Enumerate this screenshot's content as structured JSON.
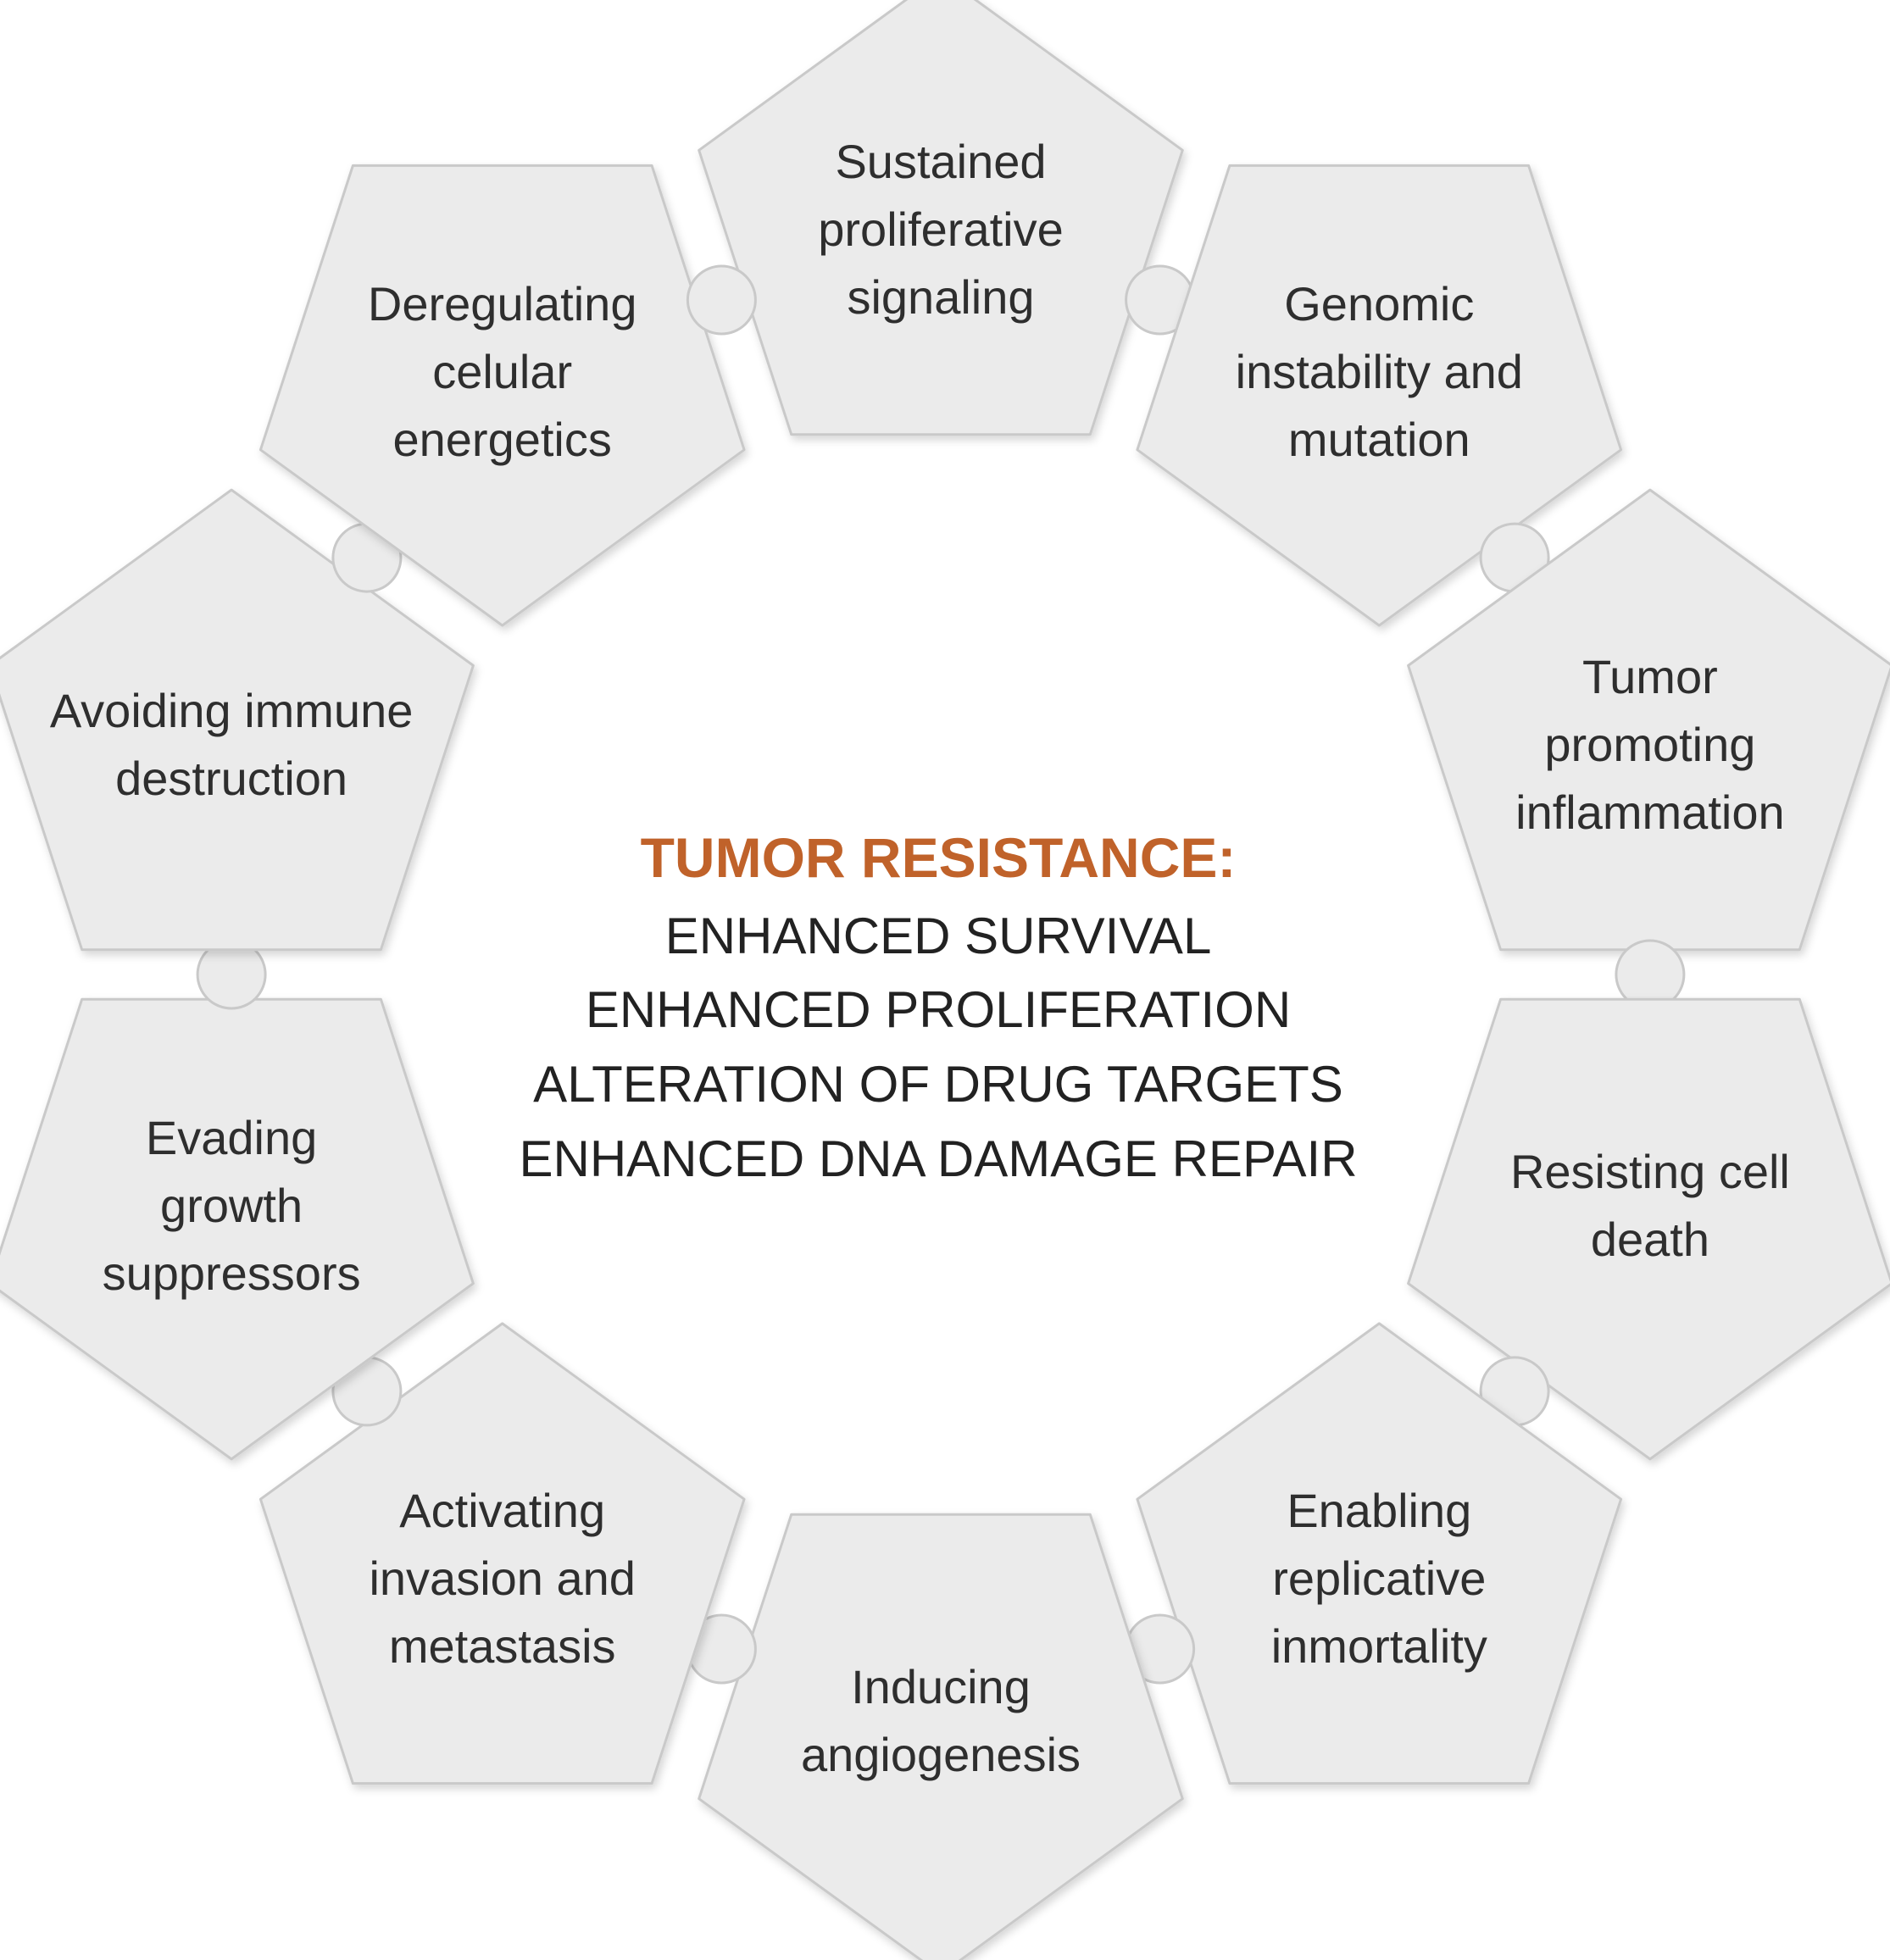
{
  "center": {
    "title": "TUMOR RESISTANCE:",
    "lines": [
      "ENHANCED SURVIVAL",
      "ENHANCED PROLIFERATION",
      "ALTERATION OF DRUG TARGETS",
      "ENHANCED DNA DAMAGE REPAIR"
    ]
  },
  "hallmarks": [
    {
      "id": "sustained-proliferative-signaling",
      "lines": [
        "Sustained",
        "proliferative",
        "signaling"
      ]
    },
    {
      "id": "genomic-instability",
      "lines": [
        "Genomic",
        "instability and",
        "mutation"
      ]
    },
    {
      "id": "tumor-promoting-inflammation",
      "lines": [
        "Tumor",
        "promoting",
        "inflammation"
      ]
    },
    {
      "id": "resisting-cell-death",
      "lines": [
        "Resisting cell",
        "death"
      ]
    },
    {
      "id": "enabling-replicative-inmortality",
      "lines": [
        "Enabling",
        "replicative",
        "inmortality"
      ]
    },
    {
      "id": "inducing-angiogenesis",
      "lines": [
        "Inducing",
        "angiogenesis"
      ]
    },
    {
      "id": "activating-invasion",
      "lines": [
        "Activating",
        "invasion and",
        "metastasis"
      ]
    },
    {
      "id": "evading-growth-suppressors",
      "lines": [
        "Evading",
        "growth",
        "suppressors"
      ]
    },
    {
      "id": "avoiding-immune-destruction",
      "lines": [
        "Avoiding immune",
        "destruction"
      ]
    },
    {
      "id": "deregulating-cellular-energetics",
      "lines": [
        "Deregulating",
        "celular",
        "energetics"
      ]
    }
  ],
  "colors": {
    "piece_fill": "#ebebeb",
    "piece_stroke": "#c9c9c9",
    "title": "#c0622a",
    "text": "#222222"
  }
}
